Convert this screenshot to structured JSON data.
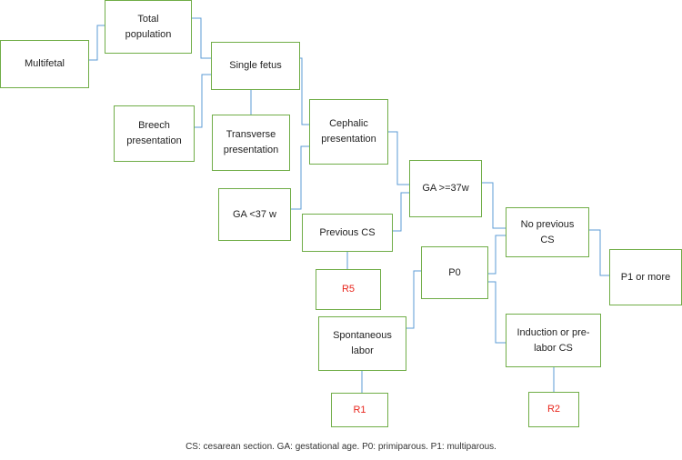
{
  "nodes": {
    "total": "Total\npopulation",
    "multifetal": "Multifetal",
    "single": "Single fetus",
    "breech": "Breech\npresentation",
    "transverse": "Transverse\npresentation",
    "cephalic": "Cephalic\npresentation",
    "ga_lt37": "GA <37 w",
    "ga_ge37": "GA >=37w",
    "previous_cs": "Previous CS",
    "no_previous_cs": "No previous\nCS",
    "r5": "R5",
    "p0": "P0",
    "p1_more": "P1 or more",
    "spontaneous": "Spontaneous\nlabor",
    "induction": "Induction or pre-\nlabor CS",
    "r1": "R1",
    "r2": "R2"
  },
  "caption": "CS: cesarean section. GA: gestational age. P0: primiparous. P1: multiparous.",
  "colors": {
    "box_border": "#70ad47",
    "connector": "#5b9bd5",
    "outcome_text": "#e8251c"
  }
}
